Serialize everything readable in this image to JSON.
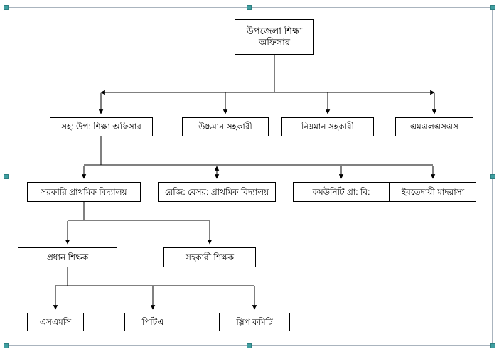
{
  "diagram": {
    "title": "Upazila education office organogram",
    "root": {
      "label": "উপজেলা শিক্ষা\nঅফিসার"
    },
    "level2": [
      {
        "label": "সহ: উপ: শিক্ষা অফিসার"
      },
      {
        "label": "উচ্চমান সহকারী"
      },
      {
        "label": "নিম্নমান সহকারী"
      },
      {
        "label": "এমএলএসএস"
      }
    ],
    "level3": [
      {
        "label": "সরকারি প্রাথমিক বিদ্যালয়"
      },
      {
        "label": "রেজি: বেসর: প্রাথমিক বিদ্যালয়"
      },
      {
        "label": "কমউনিটি প্রা: বি:"
      },
      {
        "label": "ইবতেদায়ী মাদরাসা"
      }
    ],
    "level4": [
      {
        "label": "প্রধান শিক্ষক"
      },
      {
        "label": "সহকারী শিক্ষক"
      }
    ],
    "level5": [
      {
        "label": "এসএমসি"
      },
      {
        "label": "পিটিএ"
      },
      {
        "label": "স্লিপ কমিটি"
      }
    ]
  },
  "colors": {
    "box_border": "#000000",
    "box_fill": "#ffffff",
    "connector": "#000000",
    "selection_handle": "#3f9ea0",
    "selection_frame": "#aab4be",
    "background": "#ffffff"
  }
}
